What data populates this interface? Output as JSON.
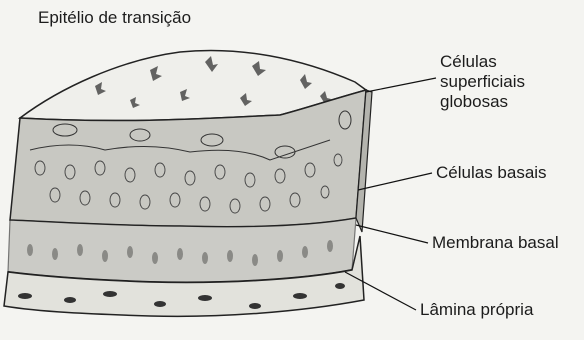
{
  "title": "Epitélio de transição",
  "labels": {
    "superficiais": [
      "Células",
      "superficiais",
      "globosas"
    ],
    "basais": "Células basais",
    "membrana": "Membrana basal",
    "lamina": "Lâmina própria"
  },
  "colors": {
    "background": "#f4f4f1",
    "ink": "#1c1c1c",
    "surface": "#eeeeea",
    "cell_layer": "#c8c8c2",
    "lamina": "#e2e2dc"
  }
}
